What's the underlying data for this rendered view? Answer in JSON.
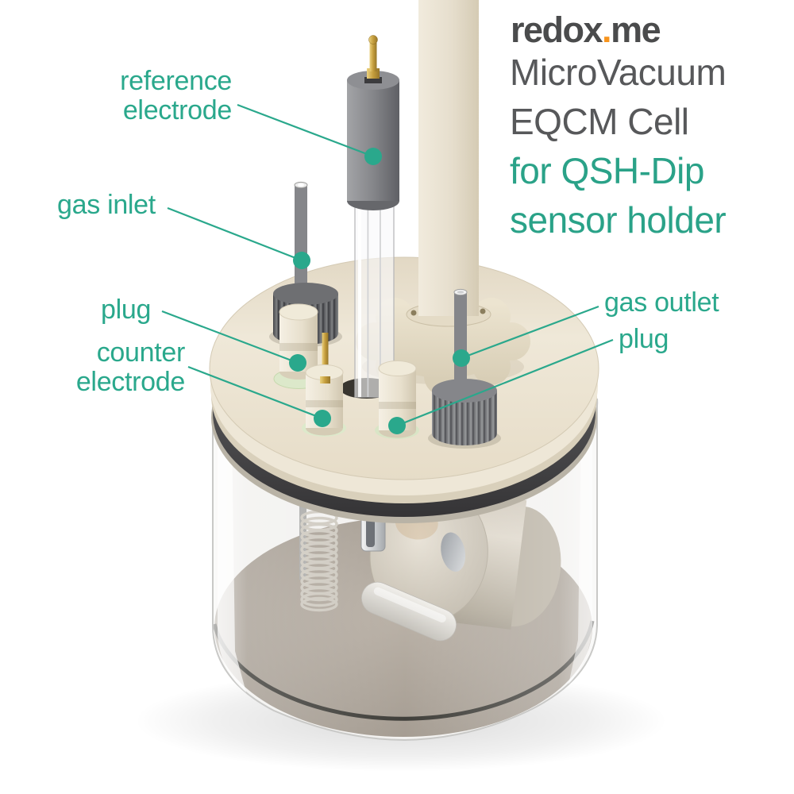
{
  "brand": {
    "name_left": "redox",
    "dot": ".",
    "name_right": "me"
  },
  "product_title": {
    "line1": "MicroVacuum",
    "line2": "EQCM Cell",
    "line3": "for QSH-Dip",
    "line4": "sensor holder"
  },
  "annotations": {
    "reference_electrode": "reference\nelectrode",
    "gas_inlet": "gas inlet",
    "plug_left": "plug",
    "counter_electrode": "counter\nelectrode",
    "gas_outlet": "gas outlet",
    "plug_right": "plug"
  },
  "colors": {
    "accent_teal": "#2aa88c",
    "title_gray": "#57585a",
    "logo_gray": "#4a4b4c",
    "logo_orange": "#f7941d",
    "lid_cream": "#ece3d1",
    "electrode_gray": "#83848a",
    "gold_pin": "#c09a3f",
    "glass": "#f1f0ee",
    "beaker_interior_taupe": "#a19890",
    "o_ring_dark": "#3e3d3f"
  }
}
